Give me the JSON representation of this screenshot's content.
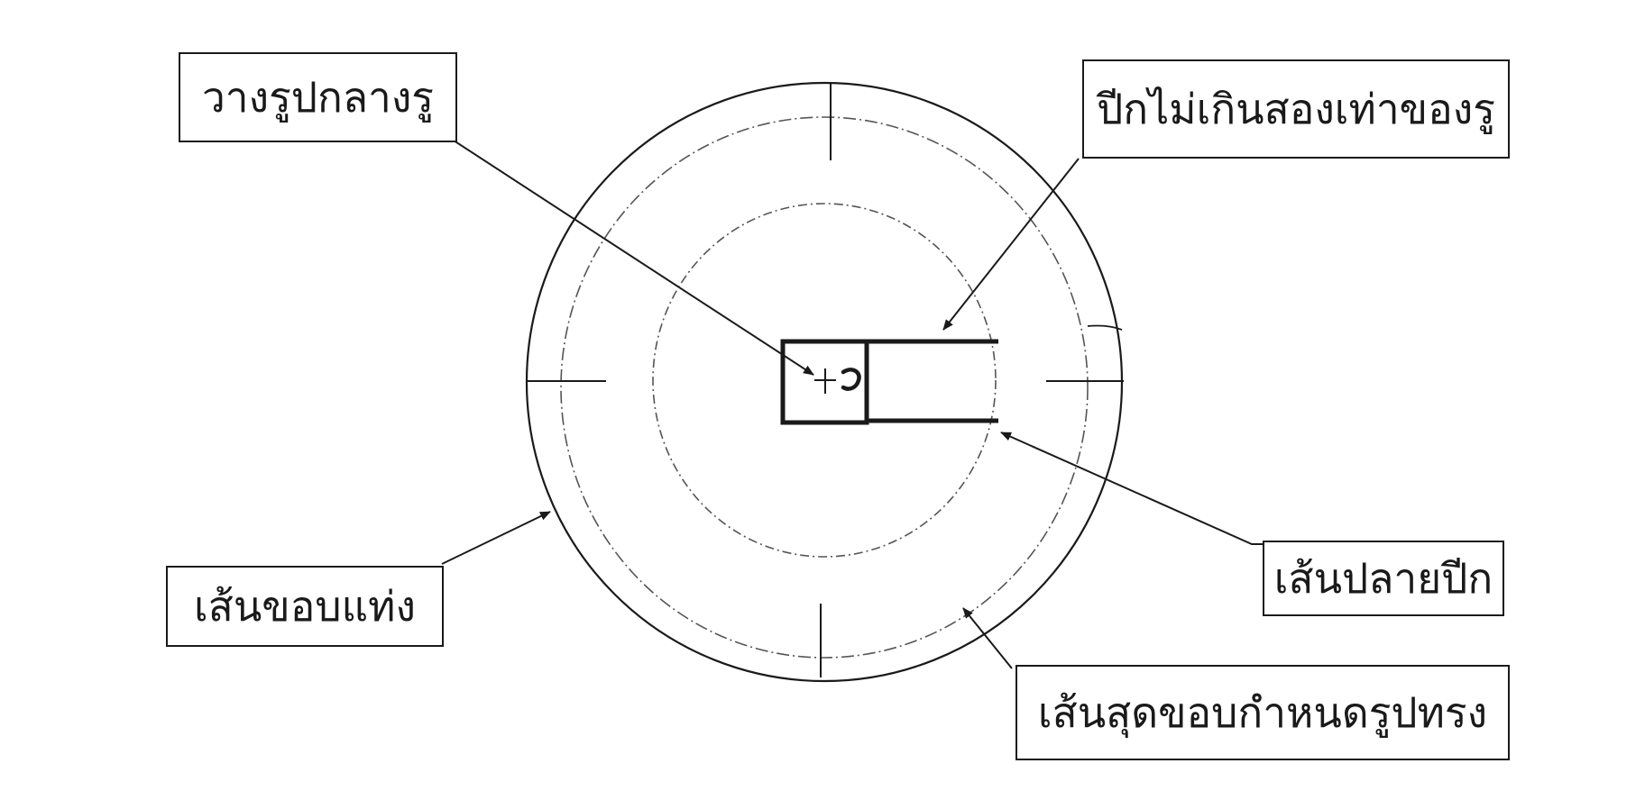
{
  "labels": {
    "place_center": "วางรูปกลางรู",
    "wing_limit": "ปีกไม่เกินสองเท่าของรู",
    "stand_edge": "เส้นขอบแท่ง",
    "wing_tip": "เส้นปลายปีก",
    "shape_limit": "เส้นสุดขอบกำหนดรูปทรง"
  },
  "colors": {
    "ink": "#1a1a1a",
    "dashed": "#555555",
    "background": "#ffffff"
  }
}
